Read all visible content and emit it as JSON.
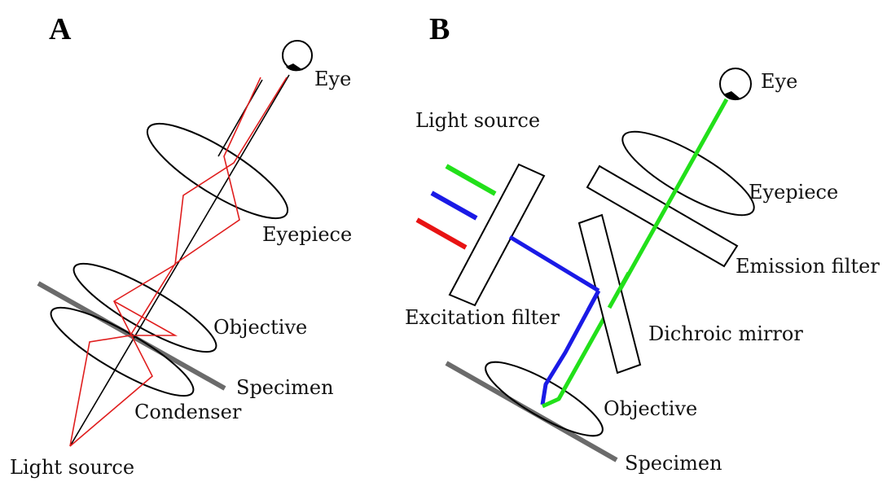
{
  "panel_a": {
    "panel_label": "A",
    "labels": {
      "eye": "Eye",
      "eyepiece": "Eyepiece",
      "objective": "Objective",
      "specimen": "Specimen",
      "condenser": "Condenser",
      "light_source": "Light source"
    }
  },
  "panel_b": {
    "panel_label": "B",
    "labels": {
      "eye": "Eye",
      "light_source": "Light source",
      "eyepiece": "Eyepiece",
      "emission_filter": "Emission filter",
      "excitation_filter": "Excitation filter",
      "dichroic_mirror": "Dichroic mirror",
      "objective": "Objective",
      "specimen": "Specimen"
    }
  },
  "colors": {
    "red_light": "#e81313",
    "blue_light": "#1a1ae6",
    "green_light": "#22e01a",
    "specimen": "#6b6b6b"
  }
}
